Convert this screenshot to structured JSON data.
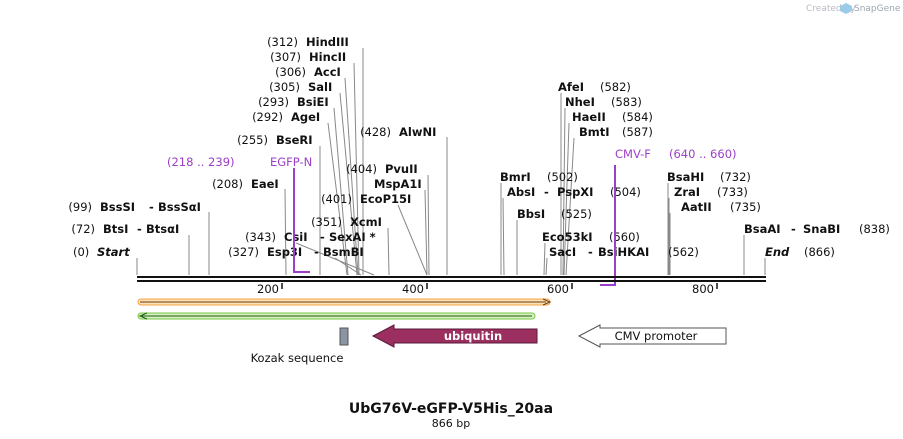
{
  "credit": "Created by",
  "brand": "SnapGene",
  "title": "UbG76V-eGFP-V5His_20aa",
  "length": "866 bp",
  "total": 866,
  "start_label": "Start",
  "start_pos": "(0)",
  "end_label": "End",
  "end_pos": "(866)",
  "ticks": [
    "200",
    "400",
    "600",
    "800"
  ],
  "sites": [
    {
      "name": "HindIII",
      "pos": "(312)"
    },
    {
      "name": "HincII",
      "pos": "(307)"
    },
    {
      "name": "AccI",
      "pos": "(306)"
    },
    {
      "name": "SalI",
      "pos": "(305)"
    },
    {
      "name": "BsiEI",
      "pos": "(293)"
    },
    {
      "name": "AgeI",
      "pos": "(292)"
    },
    {
      "name": "BseRI",
      "pos": "(255)"
    },
    {
      "name": "EaeI",
      "pos": "(208)"
    },
    {
      "name": "BssSI",
      "name2": "BssSαI",
      "pos": "(99)"
    },
    {
      "name": "BtsI",
      "name2": "BtsαI",
      "pos": "(72)"
    },
    {
      "name": "CsiI",
      "name2": "SexAI *",
      "pos": "(343)"
    },
    {
      "name": "Esp3I",
      "name2": "BsmBI",
      "pos": "(327)"
    },
    {
      "name": "AlwNI",
      "pos": "(428)"
    },
    {
      "name": "PvuII",
      "pos": "(404)"
    },
    {
      "name": "MspA1I",
      "pos": ""
    },
    {
      "name": "EcoP15I",
      "pos": "(401)"
    },
    {
      "name": "XcmI",
      "pos": "(351)"
    },
    {
      "name": "AfeI",
      "pos": "(582)"
    },
    {
      "name": "NheI",
      "pos": "(583)"
    },
    {
      "name": "HaeII",
      "pos": "(584)"
    },
    {
      "name": "BmtI",
      "pos": "(587)"
    },
    {
      "name": "BmrI",
      "pos": "(502)"
    },
    {
      "name": "AbsI",
      "name2": "PspXI",
      "pos": "(504)"
    },
    {
      "name": "BbsI",
      "pos": "(525)"
    },
    {
      "name": "Eco53kI",
      "pos": "(560)"
    },
    {
      "name": "SacI",
      "name2": "BsiHKAI",
      "pos": "(562)"
    },
    {
      "name": "BsaHI",
      "pos": "(732)"
    },
    {
      "name": "ZraI",
      "pos": "(733)"
    },
    {
      "name": "AatII",
      "pos": "(735)"
    },
    {
      "name": "BsaAI",
      "name2": "SnaBI",
      "pos": "(838)"
    }
  ],
  "primers": [
    {
      "name": "EGFP-N",
      "range": "(218 .. 239)"
    },
    {
      "name": "CMV-F",
      "range": "(640 .. 660)"
    }
  ],
  "features": [
    {
      "name": "Kozak sequence"
    },
    {
      "name": "ubiquitin",
      "color": "#9a2f60"
    },
    {
      "name": "CMV promoter"
    }
  ],
  "colors": {
    "purple": "#9b3fc8",
    "orange_strand": "#f4a340",
    "green_strand": "#7ac943",
    "ubiquitin": "#9a2f60"
  }
}
